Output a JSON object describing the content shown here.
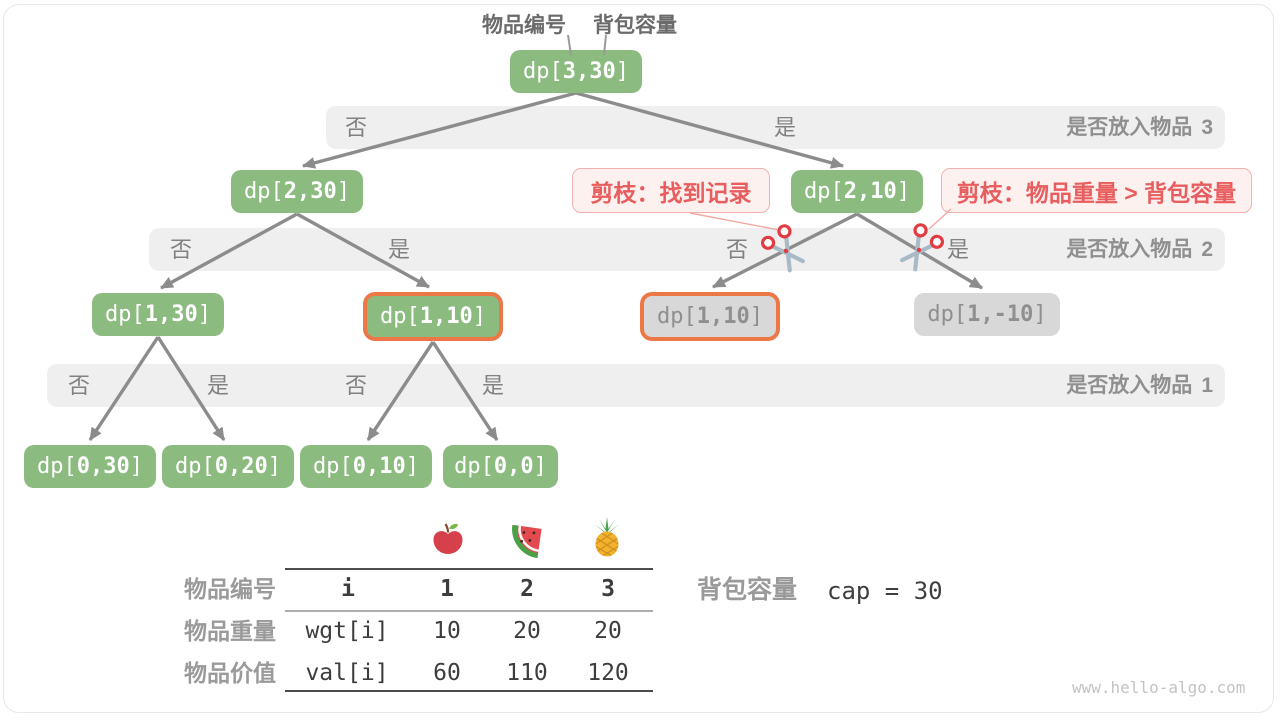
{
  "header": {
    "item_label": "物品编号",
    "capacity_label": "背包容量"
  },
  "nodes": [
    {
      "prefix": "dp[",
      "nums": "3,30",
      "suffix": "]",
      "variant": "green"
    },
    {
      "prefix": "dp[",
      "nums": "2,30",
      "suffix": "]",
      "variant": "green"
    },
    {
      "prefix": "dp[",
      "nums": "2,10",
      "suffix": "]",
      "variant": "green"
    },
    {
      "prefix": "dp[",
      "nums": "1,30",
      "suffix": "]",
      "variant": "green"
    },
    {
      "prefix": "dp[",
      "nums": "1,10",
      "suffix": "]",
      "variant": "green highlighted"
    },
    {
      "prefix": "dp[",
      "nums": "1,10",
      "suffix": "]",
      "variant": "gray highlighted"
    },
    {
      "prefix": "dp[",
      "nums": "1,-10",
      "suffix": "]",
      "variant": "gray"
    },
    {
      "prefix": "dp[",
      "nums": "0,30",
      "suffix": "]",
      "variant": "green"
    },
    {
      "prefix": "dp[",
      "nums": "0,20",
      "suffix": "]",
      "variant": "green"
    },
    {
      "prefix": "dp[",
      "nums": "0,10",
      "suffix": "]",
      "variant": "green"
    },
    {
      "prefix": "dp[",
      "nums": "0,0",
      "suffix": "]",
      "variant": "green"
    }
  ],
  "bands": [
    {
      "question": "是否放入物品",
      "item_num": "3",
      "no1": "否",
      "yes1": "是"
    },
    {
      "question": "是否放入物品",
      "item_num": "2",
      "no1": "否",
      "yes1": "是",
      "no2": "否",
      "yes2": "是"
    },
    {
      "question": "是否放入物品",
      "item_num": "1",
      "no1": "否",
      "yes1": "是",
      "no2": "否",
      "yes2": "是"
    }
  ],
  "prune": [
    {
      "text": "剪枝：找到记录"
    },
    {
      "text": "剪枝：物品重量 > 背包容量"
    }
  ],
  "table": {
    "rows": [
      {
        "label": "物品编号",
        "key": "i",
        "v1": "1",
        "v2": "2",
        "v3": "3"
      },
      {
        "label": "物品重量",
        "key": "wgt[i]",
        "v1": "10",
        "v2": "20",
        "v3": "20"
      },
      {
        "label": "物品价值",
        "key": "val[i]",
        "v1": "60",
        "v2": "110",
        "v3": "120"
      }
    ],
    "fruits": [
      "apple",
      "watermelon",
      "pineapple"
    ]
  },
  "capacity": {
    "label": "背包容量",
    "value": "cap = 30"
  },
  "watermark": "www.hello-algo.com",
  "colors": {
    "node_green": "#8cbb80",
    "node_gray": "#d8d8d8",
    "highlight_orange": "#ed7847",
    "band_gray": "#efefef",
    "prune_red": "#e85d5d",
    "prune_bg": "#fdf1f0",
    "arrow_gray": "#8c8c8c"
  }
}
